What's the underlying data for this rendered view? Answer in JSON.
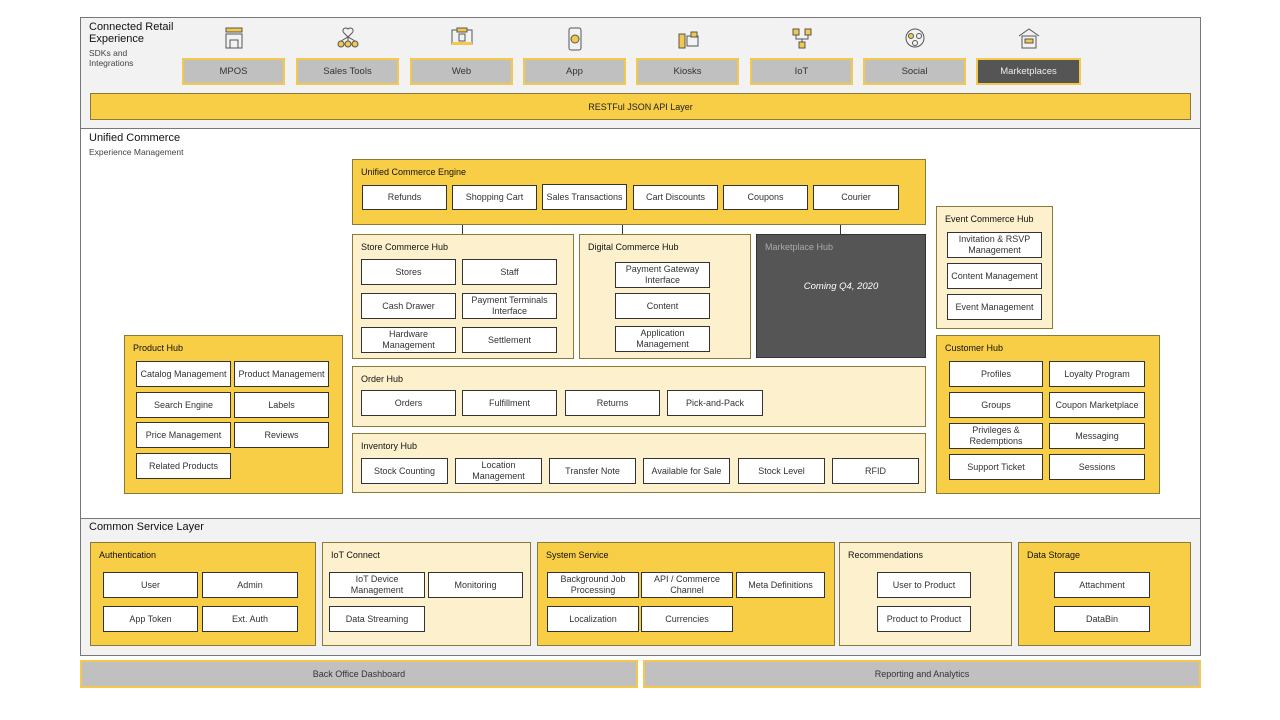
{
  "colors": {
    "accent": "#F7CE46",
    "cream": "#FDF1CD",
    "gray": "#C0C0C0",
    "dark": "#555555"
  },
  "top": {
    "title": "Connected Retail Experience",
    "subtitle": "SDKs and Integrations",
    "channels": [
      {
        "label": "MPOS",
        "icon": "store-icon"
      },
      {
        "label": "Sales Tools",
        "icon": "team-icon"
      },
      {
        "label": "Web",
        "icon": "web-store-icon"
      },
      {
        "label": "App",
        "icon": "mobile-app-icon"
      },
      {
        "label": "Kiosks",
        "icon": "kiosk-icon"
      },
      {
        "label": "IoT",
        "icon": "iot-network-icon"
      },
      {
        "label": "Social",
        "icon": "social-people-icon"
      },
      {
        "label": "Marketplaces",
        "icon": "marketplace-icon"
      }
    ],
    "api_layer": "RESTFul JSON API Layer"
  },
  "unified": {
    "title": "Unified Commerce",
    "subtitle": "Experience Management",
    "engine": {
      "title": "Unified Commerce Engine",
      "items": [
        "Refunds",
        "Shopping Cart",
        "Sales Transactions",
        "Cart Discounts",
        "Coupons",
        "Courier"
      ]
    },
    "store_hub": {
      "title": "Store Commerce Hub",
      "items": [
        "Stores",
        "Staff",
        "Cash Drawer",
        "Payment Terminals Interface",
        "Hardware Management",
        "Settlement"
      ]
    },
    "digital_hub": {
      "title": "Digital Commerce Hub",
      "items": [
        "Payment Gateway Interface",
        "Content",
        "Application Management"
      ]
    },
    "marketplace_hub": {
      "title": "Marketplace Hub",
      "note": "Coming Q4, 2020"
    },
    "event_hub": {
      "title": "Event Commerce Hub",
      "items": [
        "Invitation & RSVP Management",
        "Content Management",
        "Event Management"
      ]
    },
    "customer_hub": {
      "title": "Customer Hub",
      "items": [
        "Profiles",
        "Loyalty Program",
        "Groups",
        "Coupon Marketplace",
        "Privileges & Redemptions",
        "Messaging",
        "Support Ticket",
        "Sessions"
      ]
    },
    "product_hub": {
      "title": "Product Hub",
      "items": [
        "Catalog Management",
        "Product Management",
        "Search Engine",
        "Labels",
        "Price Management",
        "Reviews",
        "Related Products"
      ]
    },
    "order_hub": {
      "title": "Order Hub",
      "items": [
        "Orders",
        "Fulfillment",
        "Returns",
        "Pick-and-Pack"
      ]
    },
    "inventory_hub": {
      "title": "Inventory Hub",
      "items": [
        "Stock Counting",
        "Location Management",
        "Transfer Note",
        "Available for Sale",
        "Stock Level",
        "RFID"
      ]
    }
  },
  "common": {
    "title": "Common Service Layer",
    "authentication": {
      "title": "Authentication",
      "items": [
        "User",
        "Admin",
        "App Token",
        "Ext. Auth"
      ]
    },
    "iot_connect": {
      "title": "IoT Connect",
      "items": [
        "IoT Device Management",
        "Monitoring",
        "Data Streaming"
      ]
    },
    "system_service": {
      "title": "System Service",
      "items": [
        "Background Job Processing",
        "API / Commerce Channel",
        "Meta Definitions",
        "Localization",
        "Currencies"
      ]
    },
    "recommendations": {
      "title": "Recommendations",
      "items": [
        "User to Product",
        "Product to Product"
      ]
    },
    "data_storage": {
      "title": "Data Storage",
      "items": [
        "Attachment",
        "DataBin"
      ]
    }
  },
  "bottom": {
    "back_office": "Back Office Dashboard",
    "reporting": "Reporting and Analytics"
  }
}
